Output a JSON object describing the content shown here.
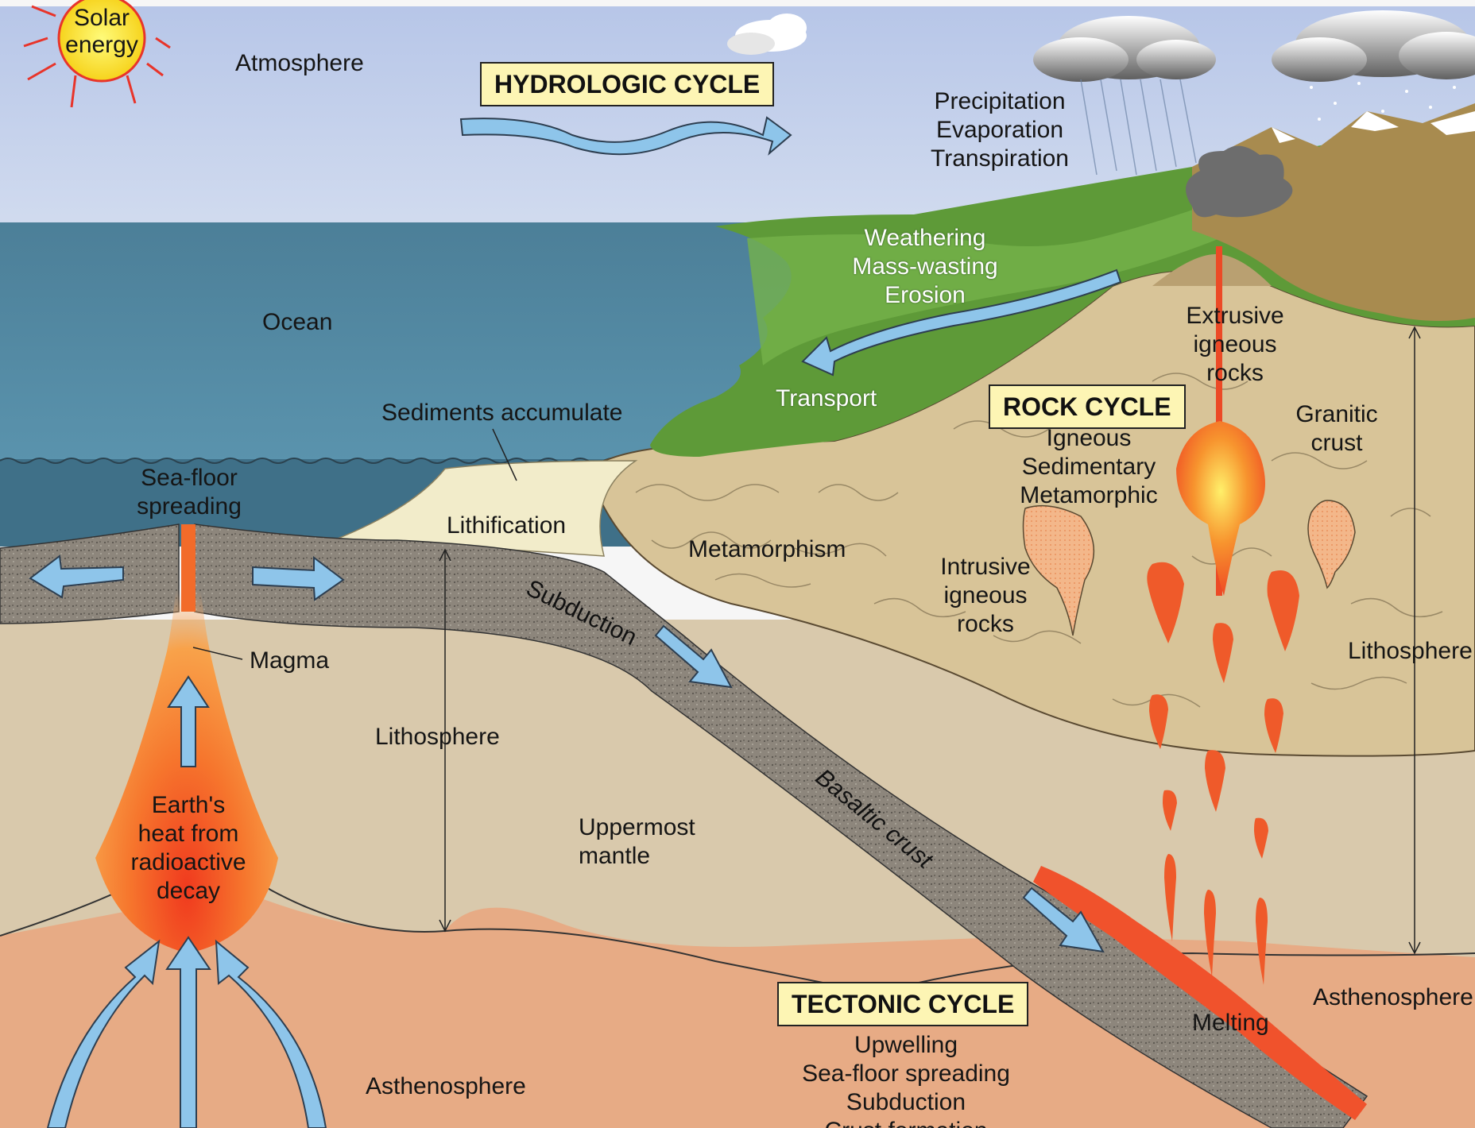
{
  "labels": {
    "solar_line1": "Solar",
    "solar_line2": "energy",
    "atmosphere": "Atmosphere",
    "ocean": "Ocean",
    "sediments": "Sediments accumulate",
    "seafloor_line1": "Sea-floor",
    "seafloor_line2": "spreading",
    "lithification": "Lithification",
    "magma": "Magma",
    "lithosphere_left": "Lithosphere",
    "earth_heat": [
      "Earth's",
      "heat from",
      "radioactive",
      "decay"
    ],
    "uppermost_mantle": [
      "Uppermost",
      "mantle"
    ],
    "asthenosphere_left": "Asthenosphere",
    "subduction": "Subduction",
    "basaltic_crust": "Basaltic crust",
    "metamorphism": "Metamorphism",
    "weathering": [
      "Weathering",
      "Mass-wasting",
      "Erosion"
    ],
    "transport": "Transport",
    "precipitation": [
      "Precipitation",
      "Evaporation",
      "Transpiration"
    ],
    "extrusive": [
      "Extrusive",
      "igneous",
      "rocks"
    ],
    "rock_types": [
      "Igneous",
      "Sedimentary",
      "Metamorphic"
    ],
    "granitic": [
      "Granitic",
      "crust"
    ],
    "intrusive": [
      "Intrusive",
      "igneous",
      "rocks"
    ],
    "lithosphere_right": "Lithosphere",
    "melting": "Melting",
    "asthenosphere_right": "Asthenosphere",
    "tectonic_items": [
      "Upwelling",
      "Sea-floor spreading",
      "Subduction",
      "Crust formation"
    ]
  },
  "cycles": {
    "hydrologic": "HYDROLOGIC CYCLE",
    "rock": "ROCK CYCLE",
    "tectonic": "TECTONIC CYCLE"
  },
  "colors": {
    "sky": "#c6d2ec",
    "ocean": "#4f8aa6",
    "sediment": "#f2ecca",
    "continental_crust": "#d8c498",
    "mantle": "#d9c9ac",
    "asthenosphere": "#e7ab85",
    "lithosphere_plate": "#8a8379",
    "land": "#6aa440",
    "magma": "#f0522c",
    "arrow": "#8ec5ea",
    "label_box": "#fdf5b4"
  }
}
